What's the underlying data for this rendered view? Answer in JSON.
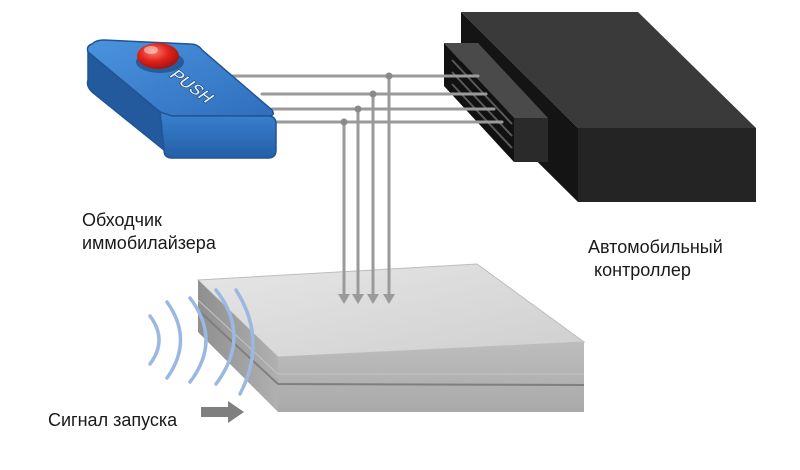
{
  "labels": {
    "bypass_line1": "Обходчик",
    "bypass_line2": "иммобилайзера",
    "controller_line1": "Автомобильный",
    "controller_line2": "контроллер",
    "start_signal": "Сигнал запуска"
  },
  "push_button": {
    "text": "PUSH"
  },
  "colors": {
    "bypass_body": "#2e74c4",
    "bypass_edge": "#1f5596",
    "button_red": "#e0231c",
    "controller_body": "#1e1e1e",
    "block_top": "#d9d9d9",
    "block_side": "#b3b3b3",
    "wires": "#9a9a9a",
    "signal_waves": "#9ab8e2",
    "arrow": "#7f7f7f"
  }
}
